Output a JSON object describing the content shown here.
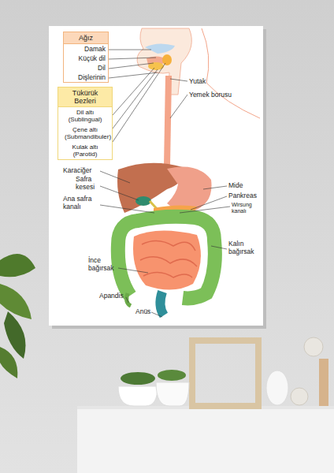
{
  "diagram": {
    "nodes": [
      {
        "text": [
          "Ağız",
          "Damak",
          "Küçük dil",
          "Dil",
          "Dişlerinin"
        ]
      },
      {
        "text": [
          "Tükürük Bezleri",
          "Dil altı (Sublingual)",
          "Çene altı (Submandibuler)",
          "Kulak altı (Parotid)"
        ]
      }
    ],
    "labels": [
      "Yutak",
      "Yemek borusu",
      "Karaciğer",
      "Safra kesesi",
      "Ana safra kanalı",
      "Mide",
      "Pankreas",
      "Wirsung kanalı",
      "Kalın bağırsak",
      "İnce bağırsak",
      "Apandis",
      "Anüs"
    ]
  }
}
